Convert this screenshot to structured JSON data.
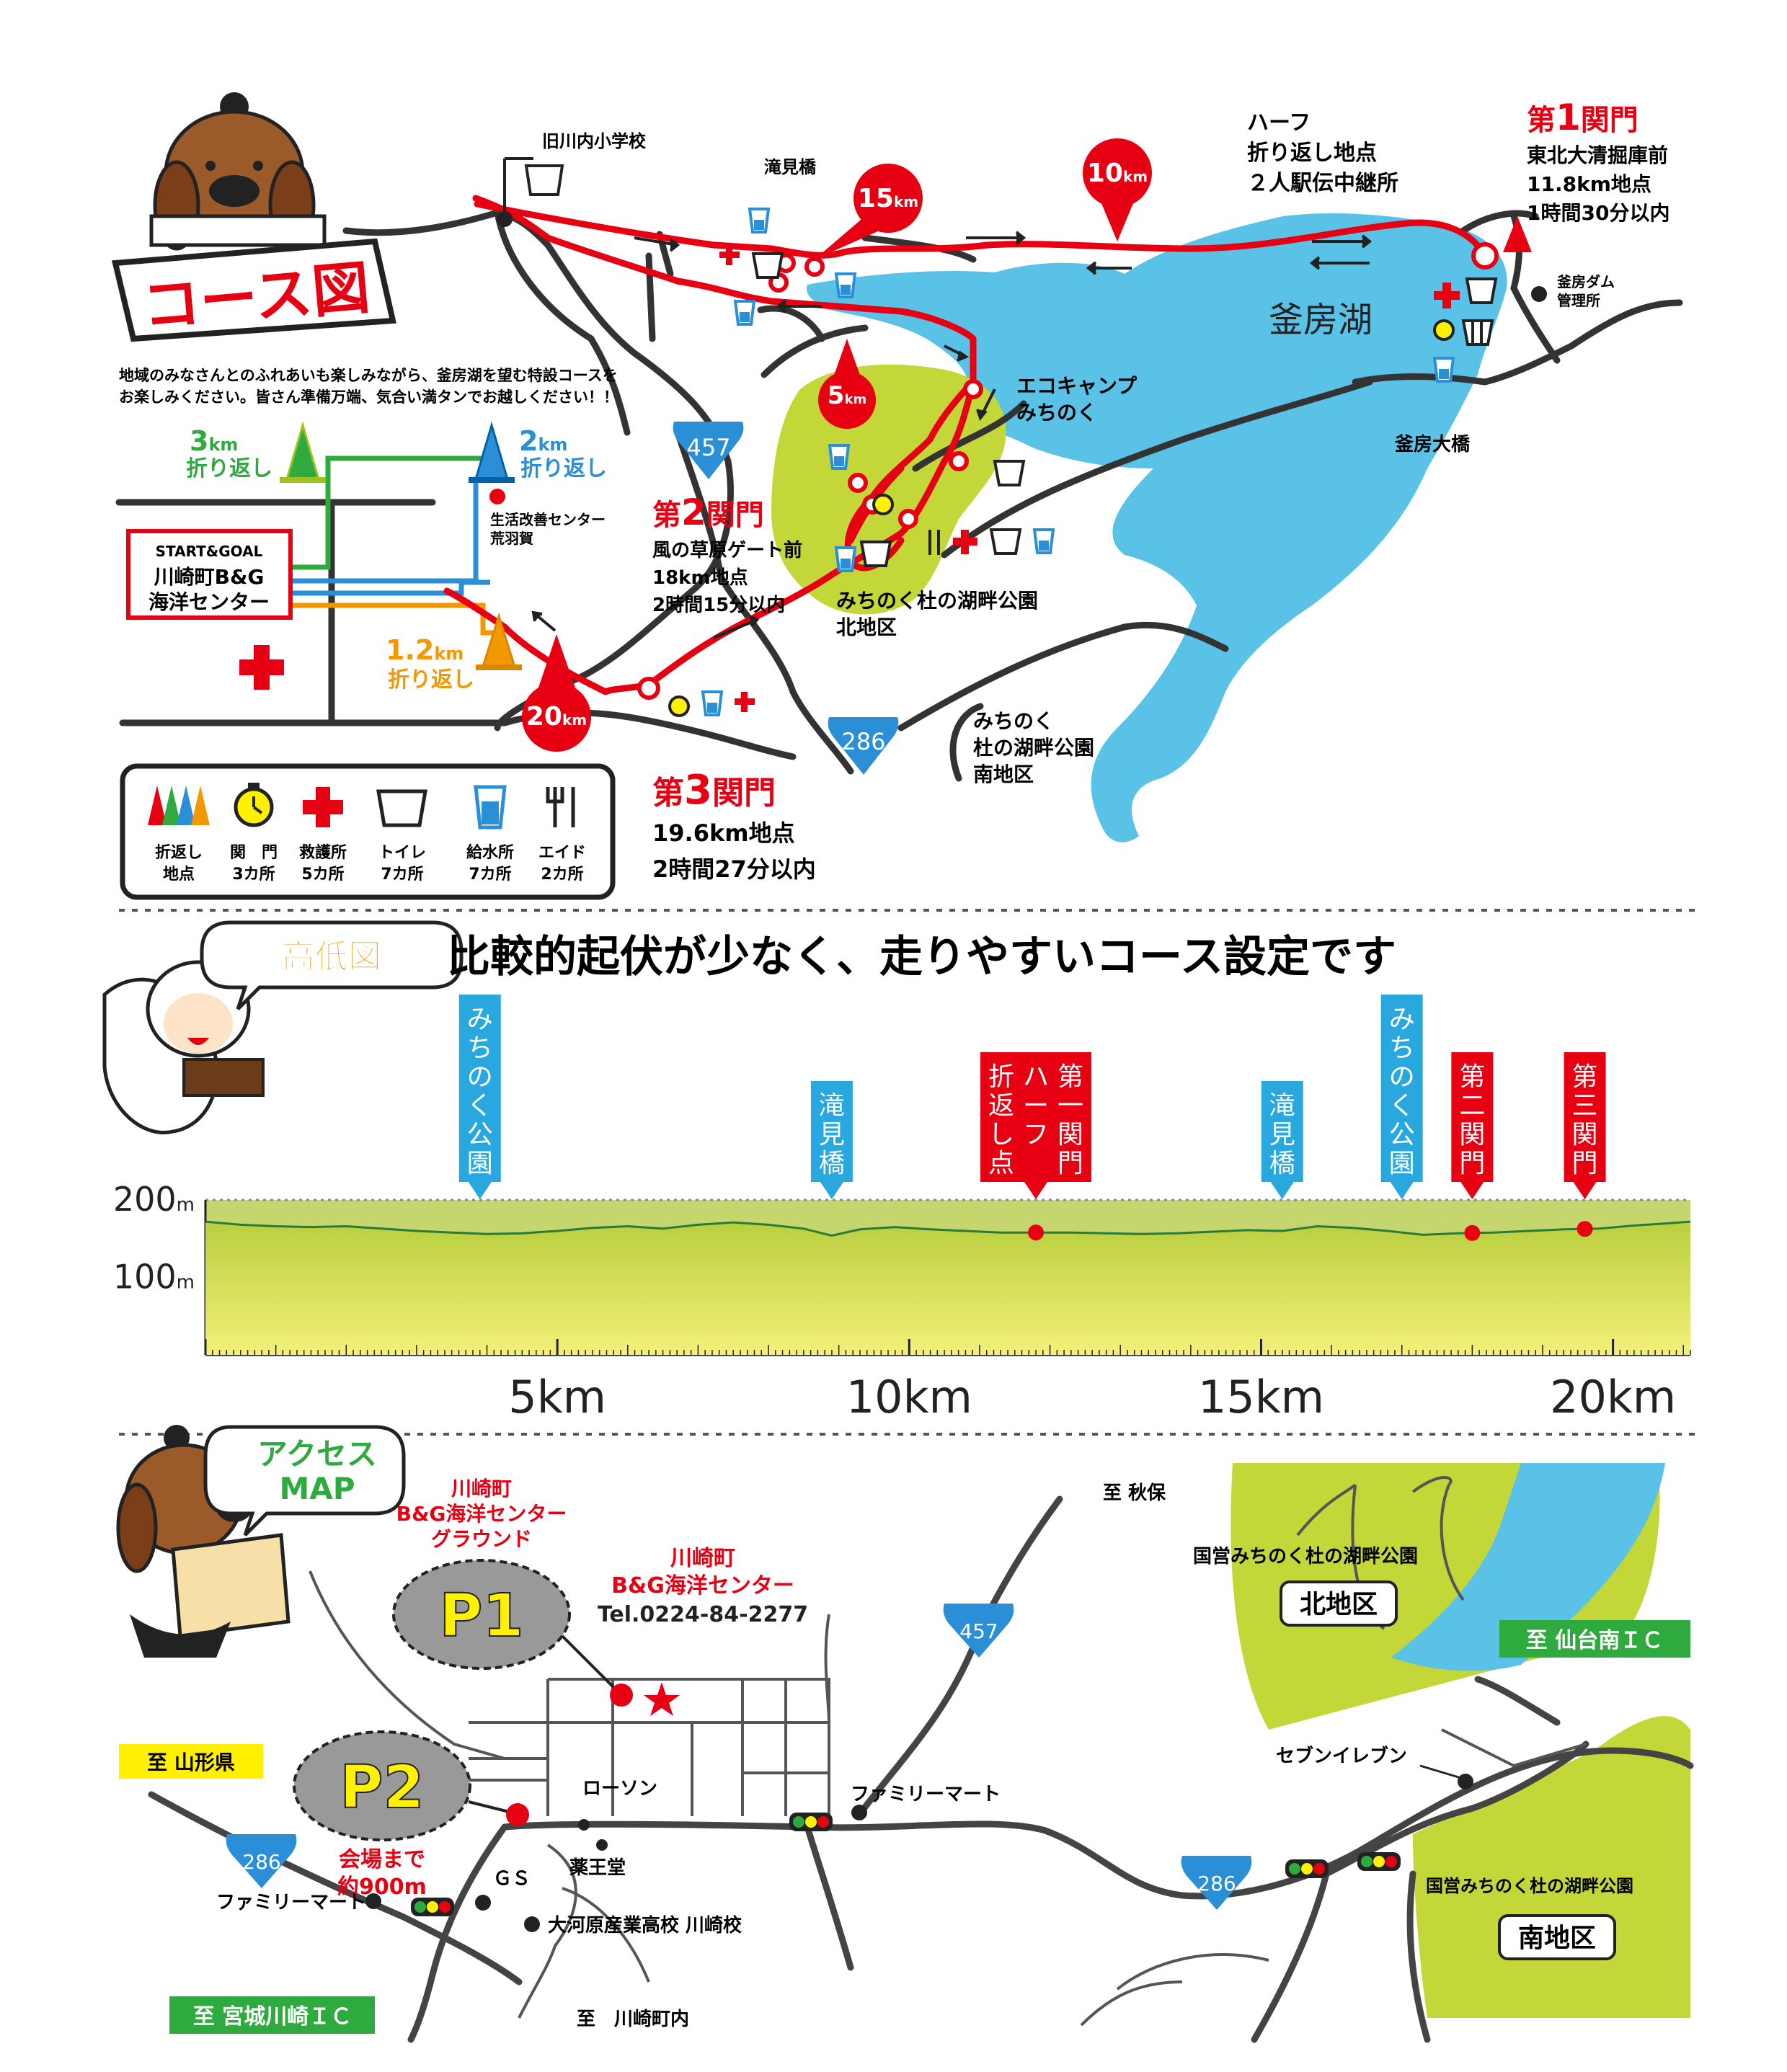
{
  "colors": {
    "red": "#e60012",
    "lake": "#5bc2e7",
    "park": "#c3d738",
    "road": "#333333",
    "green": "#2eaa3e",
    "blue": "#2a8fd6",
    "orange": "#f39800",
    "yellow": "#fff100"
  },
  "course": {
    "title": "コース図",
    "intro_1": "地域のみなさんとのふれあいも楽しみながら、釜房湖を望む特設コースを",
    "intro_2": "お楽しみください。皆さん準備万端、気合い満タンでお越しください！！",
    "km_markers": [
      {
        "num": "5",
        "unit": "km"
      },
      {
        "num": "10",
        "unit": "km"
      },
      {
        "num": "15",
        "unit": "km"
      },
      {
        "num": "20",
        "unit": "km"
      }
    ],
    "lake_name": "釜房湖",
    "route_457": "457",
    "route_286": "286",
    "turnarounds": {
      "t3": {
        "num": "3",
        "unit": "km",
        "label": "折り返し"
      },
      "t2": {
        "num": "2",
        "unit": "km",
        "label": "折り返し"
      },
      "t12": {
        "num": "1.2",
        "unit": "km",
        "label": "折り返し"
      }
    },
    "start": {
      "title": "START&GOAL",
      "l1": "川崎町B&G",
      "l2": "海洋センター"
    },
    "places": {
      "school": "旧川内小学校",
      "takimibashi": "滝見橋",
      "half": [
        "ハーフ",
        "折り返し地点",
        "２人駅伝中継所"
      ],
      "dam": [
        "釜房ダム",
        "管理所"
      ],
      "bridge": "釜房大橋",
      "eco": [
        "エコキャンプ",
        "みちのく"
      ],
      "center": [
        "生活改善センター",
        "荒羽賀"
      ],
      "north_park": [
        "みちのく杜の湖畔公園",
        "北地区"
      ],
      "south_park": [
        "みちのく",
        "杜の湖畔公園",
        "南地区"
      ]
    },
    "gate1": {
      "prefix": "第",
      "num": "1",
      "suffix": "関門",
      "l1": "東北大清掘庫前",
      "l2": "11.8km地点",
      "l3": "1時間30分以内"
    },
    "gate2": {
      "prefix": "第",
      "num": "2",
      "suffix": "関門",
      "l1": "風の草原ゲート前",
      "l2": "18km地点",
      "l3": "2時間15分以内"
    },
    "gate3": {
      "prefix": "第",
      "num": "3",
      "suffix": "関門",
      "l1": "19.6km地点",
      "l2": "2時間27分以内"
    },
    "legend": [
      {
        "icon": "turnaround-cones-icon",
        "l1": "折返し",
        "l2": "地点"
      },
      {
        "icon": "stopwatch-icon",
        "l1": "関　門",
        "l2": "3カ所"
      },
      {
        "icon": "first-aid-cross-icon",
        "l1": "救護所",
        "l2": "5カ所"
      },
      {
        "icon": "toilet-icon",
        "l1": "トイレ",
        "l2": "7カ所"
      },
      {
        "icon": "water-cup-icon",
        "l1": "給水所",
        "l2": "7カ所"
      },
      {
        "icon": "fork-knife-icon",
        "l1": "エイド",
        "l2": "2カ所"
      }
    ]
  },
  "elevation": {
    "badge": "高低図",
    "headline": "比較的起伏が少なく、走りやすいコース設定です",
    "y_labels": [
      {
        "v": "200",
        "u": "m"
      },
      {
        "v": "100",
        "u": "m"
      }
    ],
    "x_labels": [
      "5km",
      "10km",
      "15km",
      "20km"
    ],
    "flags": [
      {
        "km": 3.9,
        "color": "blue",
        "cols": [
          "みちのく公園"
        ]
      },
      {
        "km": 8.9,
        "color": "blue",
        "cols": [
          "滝見橋"
        ]
      },
      {
        "km": 11.8,
        "color": "red",
        "cols": [
          "第一関門",
          "ハーフ",
          "折返し点"
        ]
      },
      {
        "km": 15.3,
        "color": "blue",
        "cols": [
          "滝見橋"
        ]
      },
      {
        "km": 17.0,
        "color": "blue",
        "cols": [
          "みちのく公園"
        ]
      },
      {
        "km": 18.0,
        "color": "red",
        "cols": [
          "第二関門"
        ]
      },
      {
        "km": 19.6,
        "color": "red",
        "cols": [
          "第三関門"
        ]
      }
    ]
  },
  "access": {
    "badge": [
      "アクセス",
      "MAP"
    ],
    "p1": "P1",
    "p2": "P2",
    "ground": [
      "川崎町",
      "B&G海洋センター",
      "グラウンド"
    ],
    "center": [
      "川崎町",
      "B&G海洋センター",
      "Tel.0224-84-2277"
    ],
    "venue_dist": [
      "会場まで",
      "約900m"
    ],
    "to_yamagata": "至 山形県",
    "to_miyagi": "至 宮城川崎ＩＣ",
    "to_sendai": "至 仙台南ＩＣ",
    "to_akiu": "至 秋保",
    "to_town": "至　川崎町内",
    "lawson": "ローソン",
    "yakuodo": "薬王堂",
    "gs": "ＧＳ",
    "family1": "ファミリーマート",
    "family2": "ファミリーマート",
    "seven": "セブンイレブン",
    "school": "大河原産業高校 川崎校",
    "north_park": "国営みちのく杜の湖畔公園",
    "north_label": "北地区",
    "south_park": "国営みちのく杜の湖畔公園",
    "south_label": "南地区",
    "r457": "457",
    "r286a": "286",
    "r286b": "286"
  },
  "chart_data": {
    "type": "area",
    "title": "高低図",
    "xlabel": "",
    "ylabel": "",
    "xlim": [
      0,
      21.1
    ],
    "ylim": [
      0,
      200
    ],
    "x_ticks": [
      "5km",
      "10km",
      "15km",
      "20km"
    ],
    "y_ticks": [
      "200m",
      "100m"
    ],
    "x": [
      0,
      0.5,
      1,
      1.5,
      2,
      2.5,
      3,
      3.5,
      4,
      4.5,
      5,
      5.5,
      6,
      6.5,
      7,
      7.5,
      8,
      8.5,
      8.9,
      9.3,
      9.8,
      10.3,
      10.8,
      11.3,
      11.8,
      12.3,
      12.8,
      13.3,
      13.8,
      14.3,
      14.8,
      15.3,
      15.8,
      16.3,
      16.8,
      17.3,
      17.8,
      18.3,
      18.8,
      19.3,
      19.8,
      20.3,
      20.8,
      21.1
    ],
    "series": [
      {
        "values": [
          172,
          168,
          166,
          165,
          166,
          163,
          160,
          158,
          156,
          157,
          160,
          164,
          166,
          163,
          168,
          171,
          168,
          163,
          154,
          162,
          165,
          162,
          160,
          158,
          158,
          158,
          157,
          156,
          157,
          159,
          161,
          160,
          166,
          164,
          160,
          155,
          157,
          158,
          160,
          162,
          163,
          167,
          170,
          172
        ]
      }
    ],
    "annotations": [
      "みちのく公園",
      "滝見橋",
      "第一関門",
      "ハーフ",
      "折返し点",
      "滝見橋",
      "みちのく公園",
      "第二関門",
      "第三関門"
    ]
  }
}
